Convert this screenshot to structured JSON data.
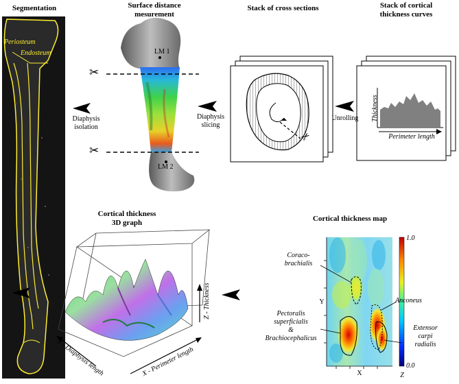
{
  "top": {
    "segmentation_title": "Segmentation",
    "surface_title": "Surface distance\nmesurement",
    "stack_sections_title": "Stack of cross sections",
    "stack_curves_title": "Stack of cortical\nthickness curves",
    "periosteum_label": "Periosteum",
    "endosteum_label": "Endosteum",
    "lm1_label": "LM 1",
    "lm2_label": "LM 2",
    "step1_label": "Diaphysis\nisolation",
    "step2_label": "Diaphysis\nslicing",
    "step3_label": "Unrolling",
    "thickness_axis": "Thickness",
    "perimeter_axis": "Perimeter length"
  },
  "bottom": {
    "graph3d_title": "Cortical thickness\n3D graph",
    "map_title": "Cortical thickness map",
    "z_axis": "Z - Thickness",
    "x_axis": "X - Perimeter length",
    "y_axis": "Y - Diaphysis length",
    "map_y": "Y",
    "map_x": "X",
    "cb_max": "1.0",
    "cb_min": "0.0",
    "cb_z": "Z",
    "muscle_coraco": "Coraco-\nbrachialis",
    "muscle_pect": "Pectoralis\nsuperficialis\n&\nBrachiocephalicus",
    "muscle_anconeus": "Anconeus",
    "muscle_extensor": "Extensor\ncarpi\nradialis"
  }
}
